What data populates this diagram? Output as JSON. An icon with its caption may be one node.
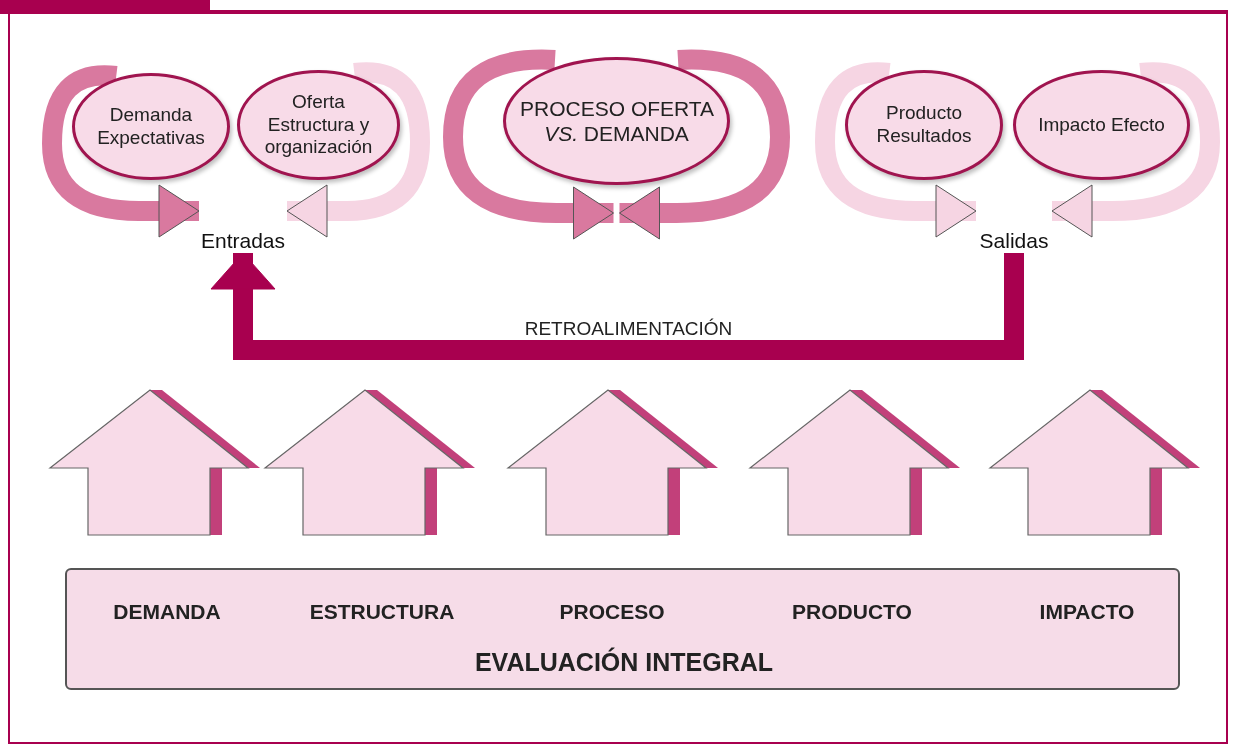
{
  "diagram": {
    "nodes": [
      {
        "text": [
          "Demanda Expectativas"
        ]
      },
      {
        "text": [
          "Oferta Estructura y organización"
        ]
      },
      {
        "text": [
          "PROCESO OFERTA *VS.* DEMANDA"
        ]
      },
      {
        "text": [
          "Producto Resultados"
        ]
      },
      {
        "text": [
          "Impacto Efecto"
        ]
      },
      {
        "text": [
          "Entradas"
        ]
      },
      {
        "text": [
          "Salidas"
        ]
      },
      {
        "text": [
          "DEMANDA",
          "ESTRUCTURA",
          "PROCESO",
          "PRODUCTO",
          "IMPACTO",
          "EVALUACIÓN INTEGRAL"
        ]
      }
    ],
    "edges": [
      {
        "from": 0,
        "to": 5,
        "arrow": "to",
        "color": "#d9799f"
      },
      {
        "from": 1,
        "to": 5,
        "arrow": "to"
      },
      {
        "from": 3,
        "to": 6,
        "arrow": "to"
      },
      {
        "from": 4,
        "to": 6,
        "arrow": "to"
      },
      {
        "from": 6,
        "to": 5,
        "arrow": "to",
        "label": "RETROALIMENTACIÓN",
        "color": "#a8004f"
      }
    ]
  }
}
